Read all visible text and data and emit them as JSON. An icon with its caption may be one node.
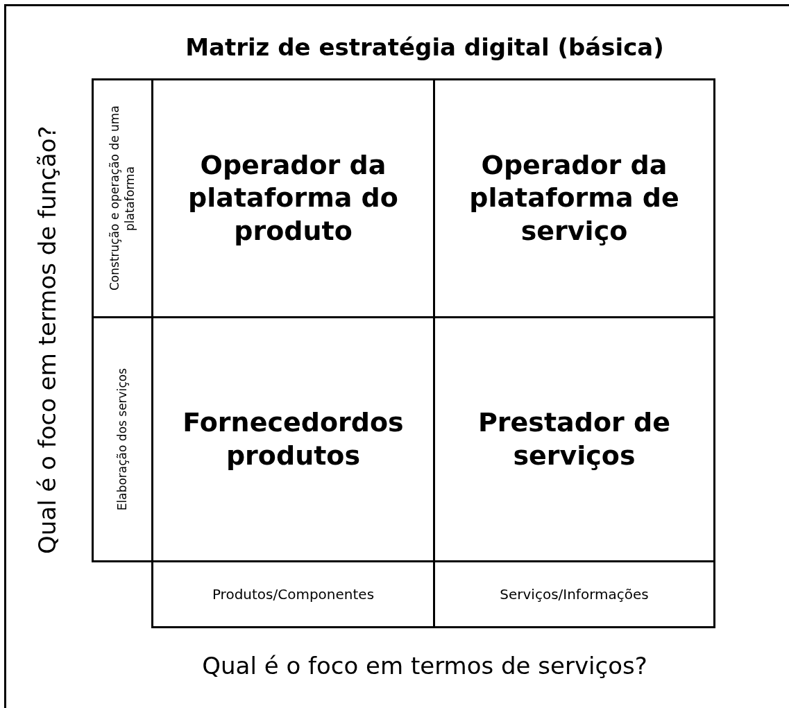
{
  "diagram": {
    "title": "Matriz de estratégia digital (básica)",
    "nodes": [
      {
        "text": [
          "Construção e operação de uma plataforma"
        ]
      },
      {
        "text": [
          "Operador da plataforma do produto"
        ]
      },
      {
        "text": [
          "Operador da plataforma de serviço"
        ]
      },
      {
        "text": [
          "Elaboração dos serviços"
        ]
      },
      {
        "text": [
          "Fornecedordos produtos"
        ]
      },
      {
        "text": [
          "Prestador de serviços"
        ]
      },
      {
        "text": [
          "Produtos/Componentes"
        ]
      },
      {
        "text": [
          "Serviços/Informações"
        ]
      }
    ],
    "labels": [
      "Qual é o foco em termos de função?",
      "Qual é o foco em termos de serviços?"
    ]
  }
}
